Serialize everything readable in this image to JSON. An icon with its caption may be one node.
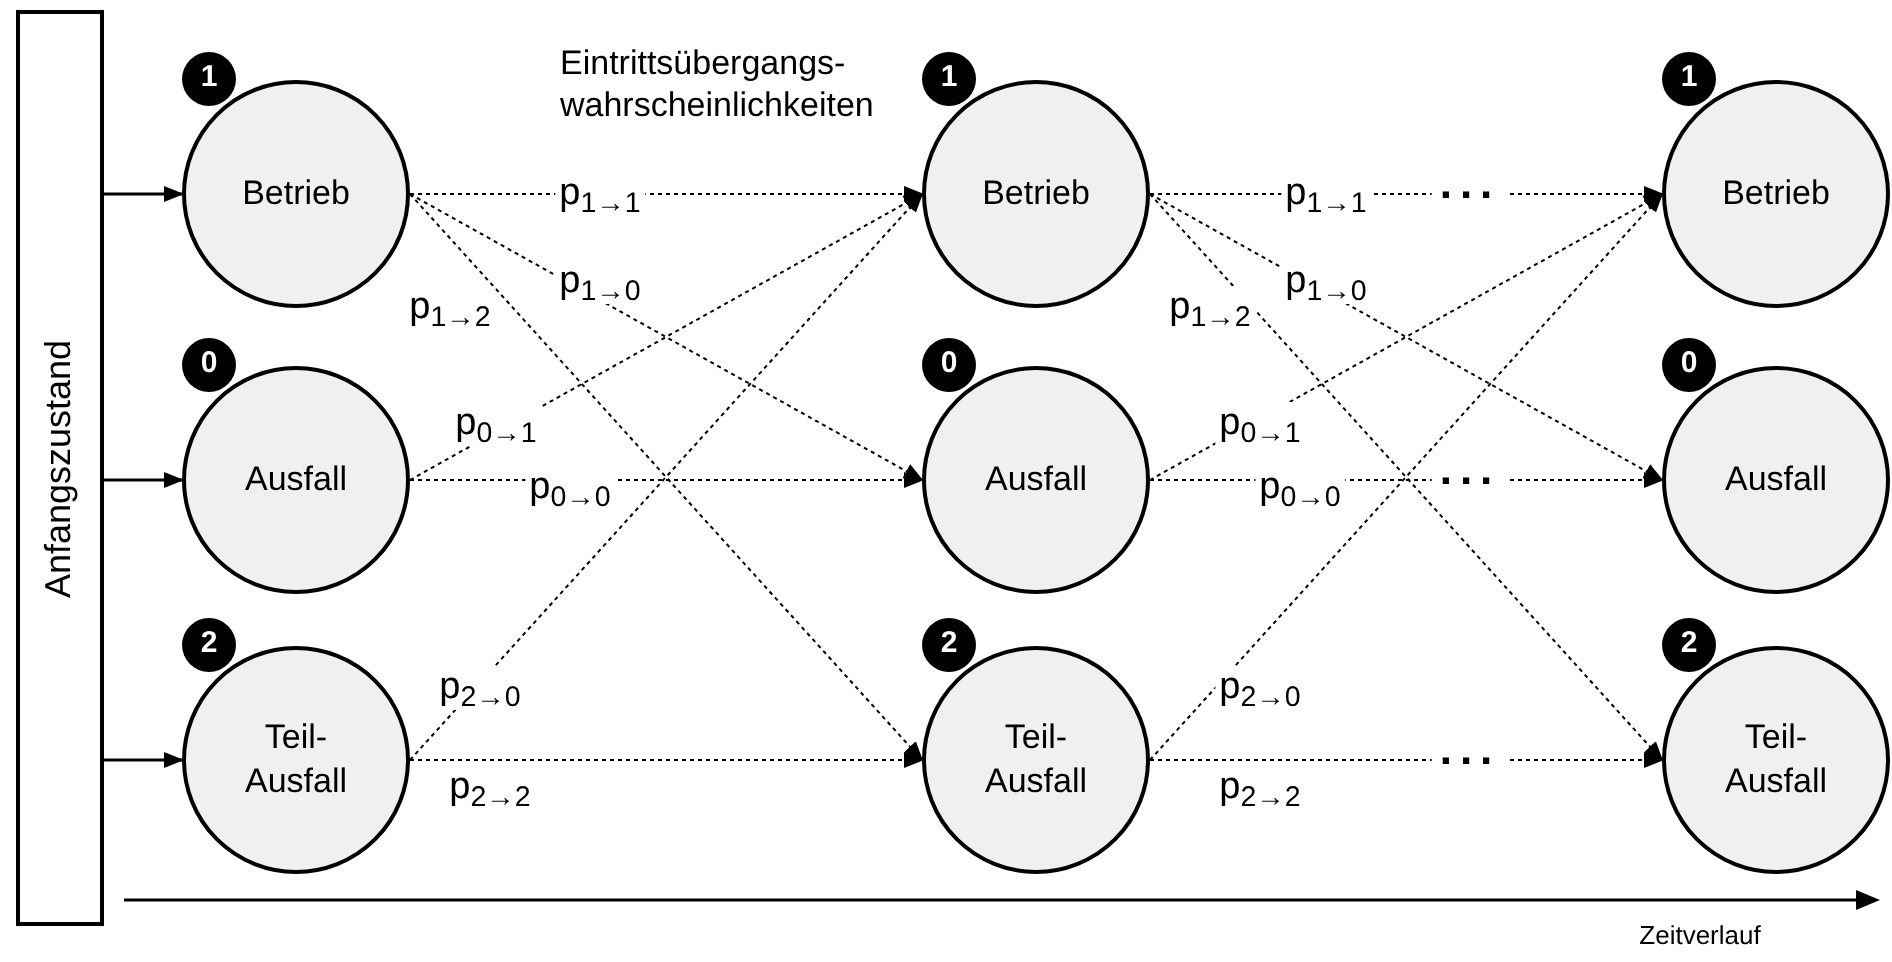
{
  "diagram": {
    "nodes": [
      {
        "text": [
          "Anfangszustand"
        ]
      },
      {
        "text": [
          "1",
          "Betrieb"
        ]
      },
      {
        "text": [
          "0",
          "Ausfall"
        ]
      },
      {
        "text": [
          "2",
          "Teil- Ausfall"
        ]
      },
      {
        "text": [
          "1",
          "Betrieb"
        ]
      },
      {
        "text": [
          "0",
          "Ausfall"
        ]
      },
      {
        "text": [
          "2",
          "Teil- Ausfall"
        ]
      },
      {
        "text": [
          "1",
          "Betrieb"
        ]
      },
      {
        "text": [
          "0",
          "Ausfall"
        ]
      },
      {
        "text": [
          "2",
          "Teil- Ausfall"
        ]
      }
    ],
    "edges": [
      {
        "from": 0,
        "to": 1,
        "arrow": "to"
      },
      {
        "from": 0,
        "to": 2,
        "arrow": "to"
      },
      {
        "from": 0,
        "to": 3,
        "arrow": "to"
      },
      {
        "from": 1,
        "to": 4,
        "arrow": "to",
        "label": "p$_{1→1}$",
        "style": "dashed"
      },
      {
        "from": 1,
        "to": 5,
        "arrow": "to",
        "label": "p$_{1→0}$",
        "style": "dashed"
      },
      {
        "from": 1,
        "to": 6,
        "arrow": "to",
        "label": "p$_{1→2}$",
        "style": "dashed"
      },
      {
        "from": 2,
        "to": 4,
        "arrow": "to",
        "label": "p$_{0→1}$",
        "style": "dashed"
      },
      {
        "from": 2,
        "to": 5,
        "arrow": "to",
        "label": "p$_{0→0}$",
        "style": "dashed"
      },
      {
        "from": 3,
        "to": 4,
        "arrow": "to",
        "label": "p$_{2→0}$",
        "style": "dashed"
      },
      {
        "from": 3,
        "to": 6,
        "arrow": "to",
        "label": "p$_{2→2}$",
        "style": "dashed"
      },
      {
        "from": 4,
        "to": 7,
        "arrow": "to",
        "label": "p$_{1→1}$",
        "style": "dashed"
      },
      {
        "from": 4,
        "to": 8,
        "arrow": "to",
        "label": "p$_{1→0}$",
        "style": "dashed"
      },
      {
        "from": 4,
        "to": 9,
        "arrow": "to",
        "label": "p$_{1→2}$",
        "style": "dashed"
      },
      {
        "from": 5,
        "to": 7,
        "arrow": "to",
        "label": "p$_{0→1}$",
        "style": "dashed"
      },
      {
        "from": 5,
        "to": 8,
        "arrow": "to",
        "label": "p$_{0→0}$",
        "style": "dashed"
      },
      {
        "from": 6,
        "to": 7,
        "arrow": "to",
        "label": "p$_{2→0}$",
        "style": "dashed"
      },
      {
        "from": 6,
        "to": 9,
        "arrow": "to",
        "label": "p$_{2→2}$",
        "style": "dashed"
      }
    ],
    "labels": [
      "Eintrittsübergangs- wahrscheinlichkeiten",
      "...",
      "...",
      "...",
      "Zeitverlauf"
    ]
  }
}
